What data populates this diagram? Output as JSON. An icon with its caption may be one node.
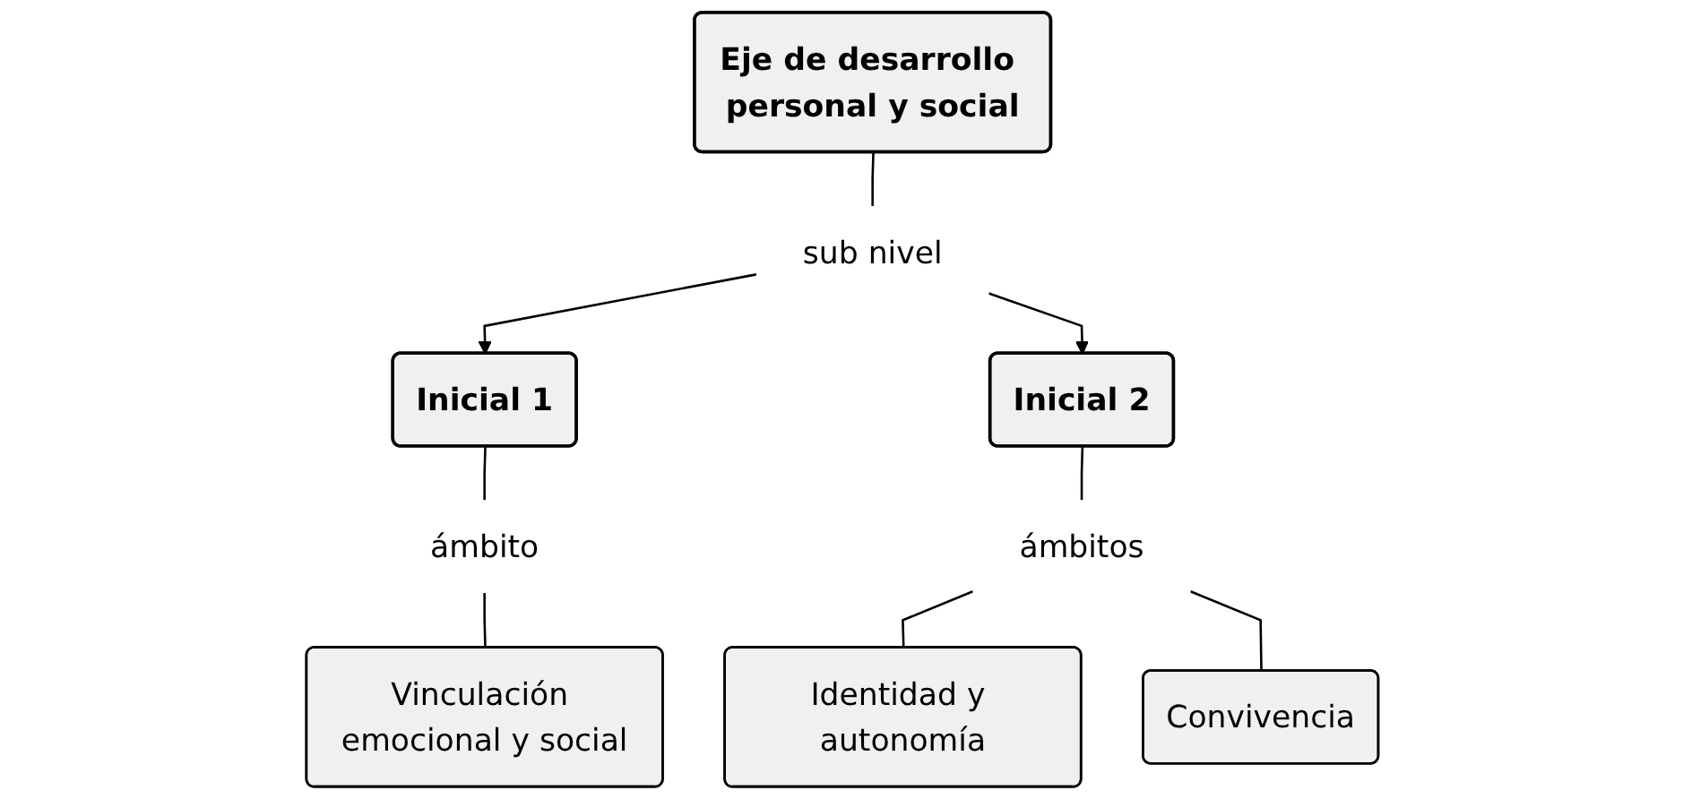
{
  "diagram": {
    "nodes": [
      {
        "text": [
          "Eje de desarrollo personal y social"
        ]
      },
      {
        "text": [
          "sub nivel"
        ]
      },
      {
        "text": [
          "Inicial 1"
        ]
      },
      {
        "text": [
          "Inicial 2"
        ]
      },
      {
        "text": [
          "ámbito"
        ]
      },
      {
        "text": [
          "Vinculación emocional y social"
        ]
      },
      {
        "text": [
          "ámbitos"
        ]
      },
      {
        "text": [
          "Identidad y autonomía"
        ]
      },
      {
        "text": [
          "Convivencia"
        ]
      }
    ],
    "edges": [
      {
        "from": 0,
        "to": 1,
        "arrow": "none"
      },
      {
        "from": 1,
        "to": 2,
        "arrow": "to"
      },
      {
        "from": 1,
        "to": 3,
        "arrow": "to"
      },
      {
        "from": 2,
        "to": 4,
        "arrow": "none"
      },
      {
        "from": 4,
        "to": 5,
        "arrow": "none"
      },
      {
        "from": 3,
        "to": 6,
        "arrow": "none"
      },
      {
        "from": 6,
        "to": 7,
        "arrow": "none"
      },
      {
        "from": 6,
        "to": 8,
        "arrow": "none"
      }
    ]
  }
}
